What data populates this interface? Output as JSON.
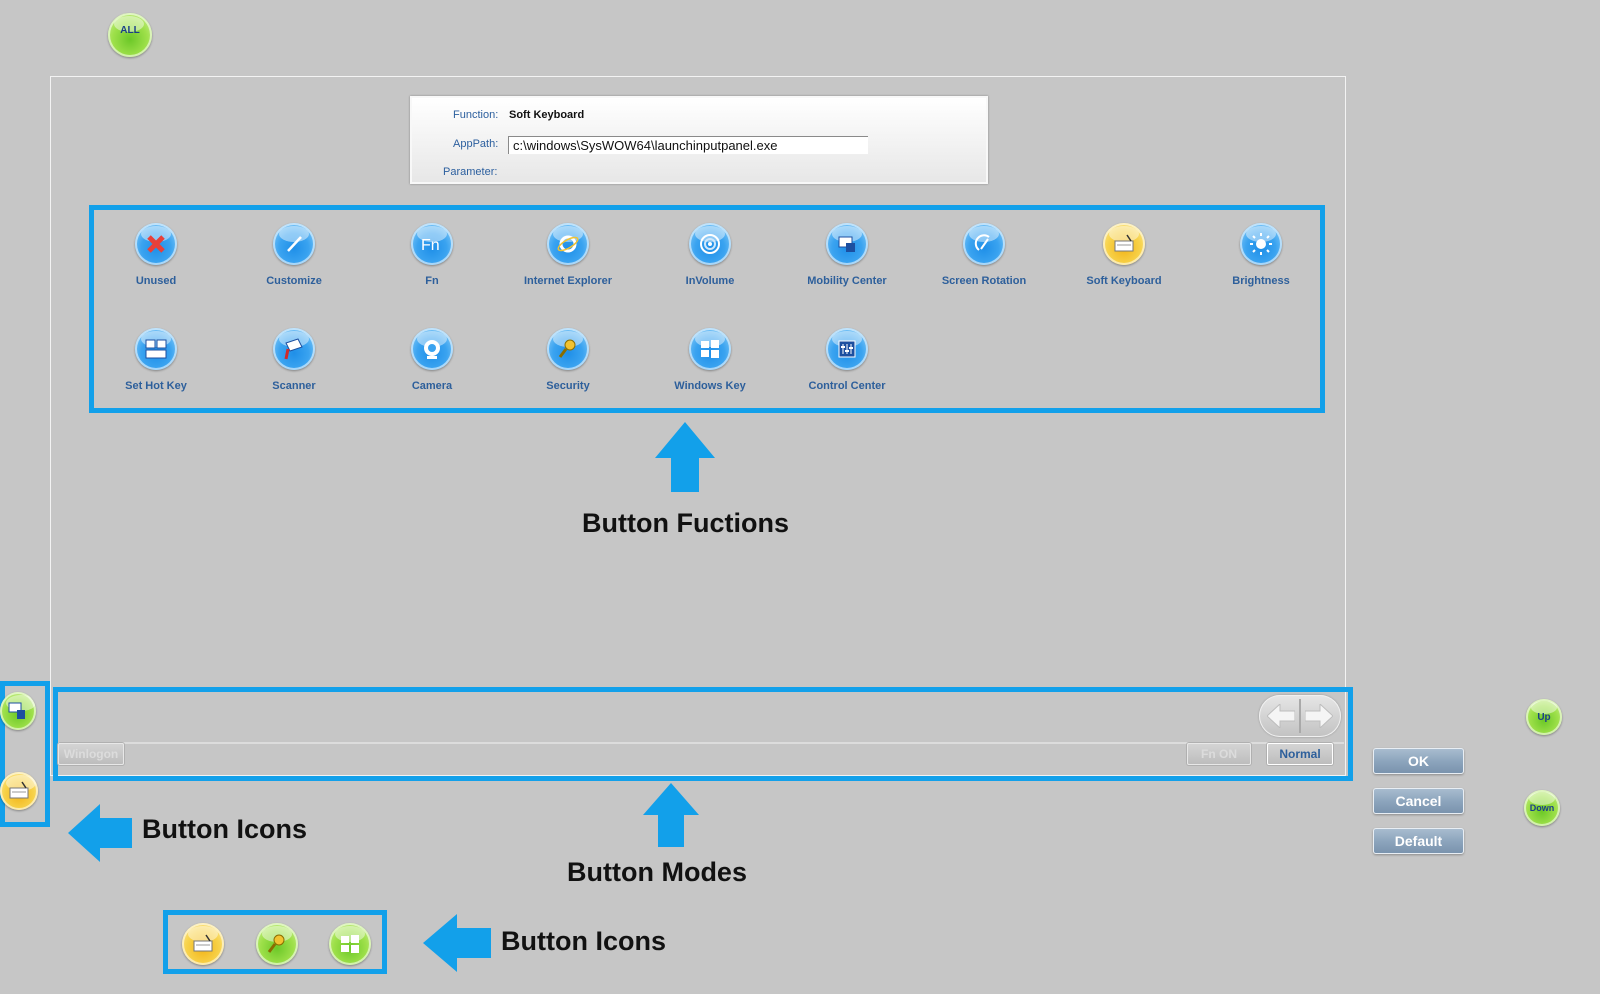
{
  "top": {
    "all_button_label": "ALL"
  },
  "info": {
    "function_label": "Function:",
    "function_value": "Soft Keyboard",
    "apppath_label": "AppPath:",
    "apppath_value": "c:\\windows\\SysWOW64\\launchinputpanel.exe",
    "parameter_label": "Parameter:"
  },
  "functions": [
    {
      "label": "Unused",
      "icon": "unused-x-icon",
      "color": "#e8403a"
    },
    {
      "label": "Customize",
      "icon": "customize-pen-icon",
      "color": "#ffffff"
    },
    {
      "label": "Fn",
      "icon": "fn-icon",
      "color": "#ffffff"
    },
    {
      "label": "Internet Explorer",
      "icon": "internet-explorer-icon",
      "color": "#ffffff"
    },
    {
      "label": "InVolume",
      "icon": "volume-icon",
      "color": "#ffffff"
    },
    {
      "label": "Mobility Center",
      "icon": "mobility-center-icon",
      "color": "#ffffff"
    },
    {
      "label": "Screen Rotation",
      "icon": "screen-rotation-icon",
      "color": "#ffffff"
    },
    {
      "label": "Soft Keyboard",
      "icon": "soft-keyboard-icon",
      "color": "#f2b418"
    },
    {
      "label": "Brightness",
      "icon": "brightness-icon",
      "color": "#ffffff"
    },
    {
      "label": "Set Hot Key",
      "icon": "set-hot-key-icon",
      "color": "#ffffff"
    },
    {
      "label": "Scanner",
      "icon": "scanner-icon",
      "color": "#d02a2a"
    },
    {
      "label": "Camera",
      "icon": "camera-icon",
      "color": "#ffffff"
    },
    {
      "label": "Security",
      "icon": "security-key-icon",
      "color": "#f2c230"
    },
    {
      "label": "Windows Key",
      "icon": "windows-logo-icon",
      "color": "#ffffff"
    },
    {
      "label": "Control Center",
      "icon": "control-center-icon",
      "color": "#ffffff"
    }
  ],
  "modes": {
    "winlogon": "Winlogon",
    "fn_on": "Fn ON",
    "normal": "Normal"
  },
  "dialog": {
    "ok": "OK",
    "cancel": "Cancel",
    "default": "Default",
    "up": "Up",
    "down": "Down"
  },
  "captions": {
    "button_functions": "Button Fuctions",
    "button_icons_1": "Button Icons",
    "button_modes": "Button Modes",
    "button_icons_2": "Button Icons"
  },
  "colors": {
    "highlight": "#12a0ea",
    "background": "#c6c6c6",
    "label_blue": "#2d5f9b"
  }
}
